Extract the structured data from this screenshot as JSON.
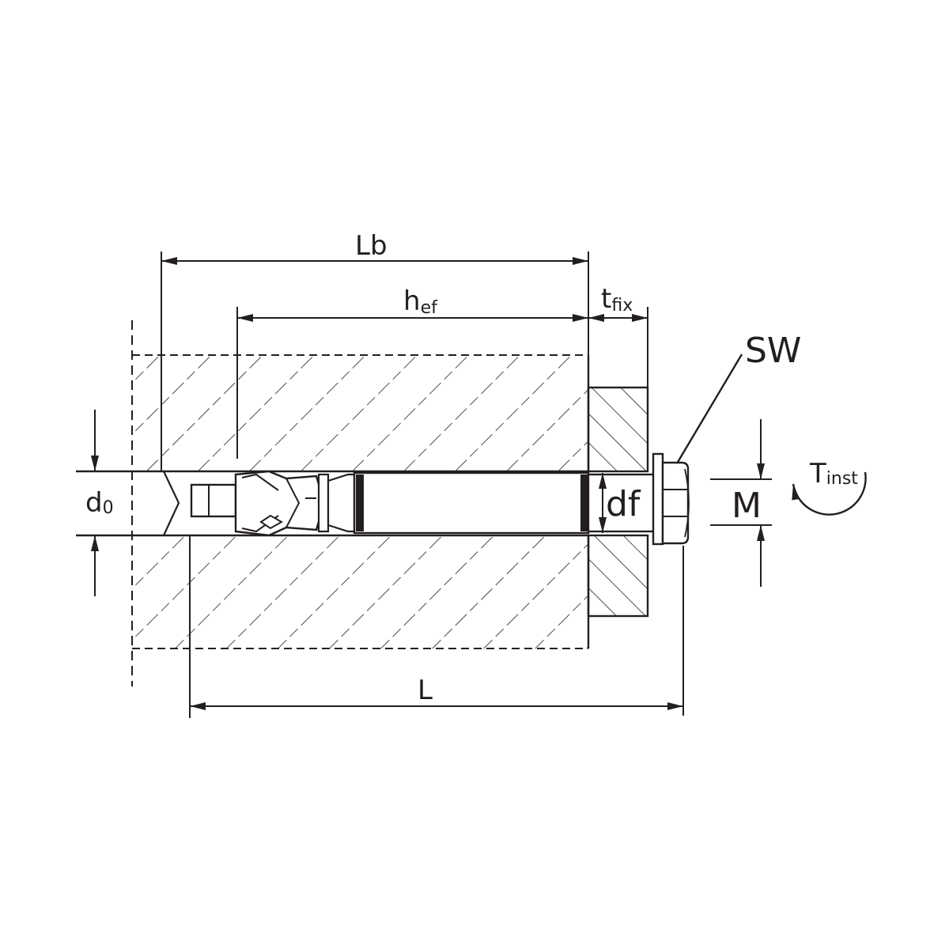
{
  "labels": {
    "lb": "Lb",
    "hef_main": "h",
    "hef_sub": "ef",
    "tfix_main": "t",
    "tfix_sub": "fix",
    "sw": "SW",
    "d0_main": "d",
    "d0_sub": "0",
    "df": "df",
    "m": "M",
    "tinst_main": "T",
    "tinst_sub": "inst",
    "l": "L"
  },
  "colors": {
    "ink": "#231f20",
    "background": "#ffffff"
  }
}
